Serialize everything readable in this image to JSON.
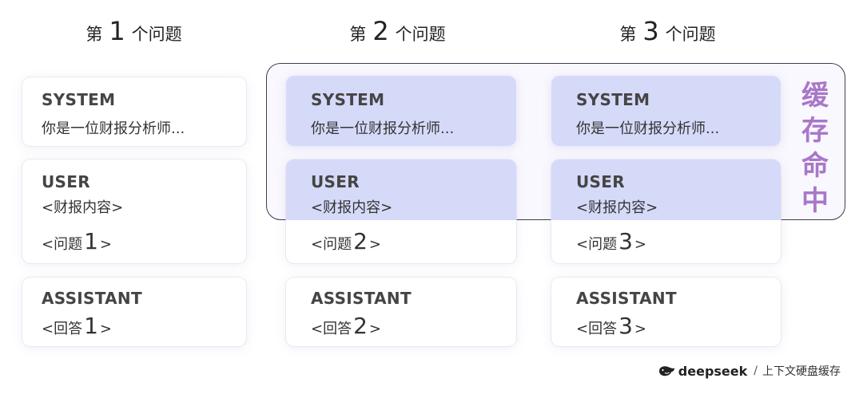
{
  "headers": [
    {
      "prefix": "第",
      "num": "1",
      "suffix": "个问题"
    },
    {
      "prefix": "第",
      "num": "2",
      "suffix": "个问题"
    },
    {
      "prefix": "第",
      "num": "3",
      "suffix": "个问题"
    }
  ],
  "roles": {
    "system": "SYSTEM",
    "user": "USER",
    "assistant": "ASSISTANT"
  },
  "system_text": "你是一位财报分析师...",
  "user_content": "<财报内容>",
  "question_prefix": "<问题",
  "answer_prefix": "<回答",
  "close": ">",
  "columns": [
    {
      "q": "1",
      "a": "1"
    },
    {
      "q": "2",
      "a": "2"
    },
    {
      "q": "3",
      "a": "3"
    }
  ],
  "cache_label": [
    "缓",
    "存",
    "命",
    "中"
  ],
  "footer": {
    "brand": "deepseek",
    "separator": "/",
    "caption": "上下文硬盘缓存"
  },
  "colors": {
    "cache_hit_fill": "#d6daf9",
    "cache_label": "#a977c8",
    "cache_border": "#3d3d4d"
  }
}
